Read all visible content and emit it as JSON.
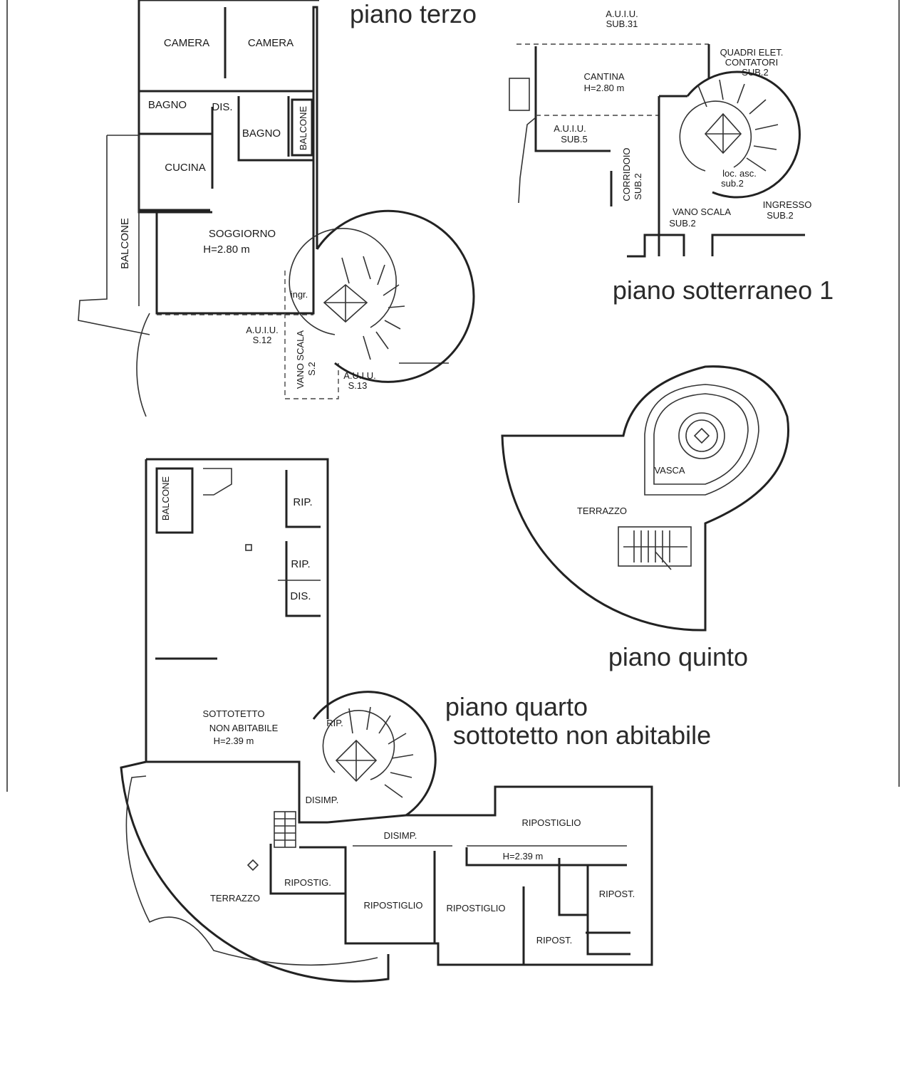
{
  "titles": {
    "piano_terzo": "piano terzo",
    "piano_sotterraneo": "piano sotterraneo 1",
    "piano_quinto": "piano quinto",
    "piano_quarto_line1": "piano quarto",
    "piano_quarto_line2": "sottotetto non abitabile"
  },
  "terzo": {
    "camera_1": "CAMERA",
    "camera_2": "CAMERA",
    "bagno_1": "BAGNO",
    "dis": "DIS.",
    "bagno_2": "BAGNO",
    "balcone_vert": "BALCONE",
    "cucina": "CUCINA",
    "soggiorno": "SOGGIORNO",
    "soggiorno_h": "H=2.80 m",
    "balcone_left": "BALCONE",
    "ingr": "ingr.",
    "auiu_s12_a": "A.U.I.U.",
    "auiu_s12_b": "S.12",
    "vano_scala": "VANO SCALA",
    "vano_scala_s2": "S.2",
    "auiu_s13_a": "A.U.I.U.",
    "auiu_s13_b": "S.13"
  },
  "sotterraneo": {
    "auiu_sub31_a": "A.U.I.U.",
    "auiu_sub31_b": "SUB.31",
    "quadri_1": "QUADRI ELET.",
    "quadri_2": "CONTATORI",
    "quadri_3": "SUB.2",
    "cantina": "CANTINA",
    "cantina_h": "H=2.80 m",
    "auiu_sub5_a": "A.U.I.U.",
    "auiu_sub5_b": "SUB.5",
    "corridoio": "CORRIDOIO",
    "corridoio_sub": "SUB.2",
    "loc_asc_a": "loc. asc.",
    "loc_asc_b": "sub.2",
    "ingresso_a": "INGRESSO",
    "ingresso_b": "SUB.2",
    "vano_scala_a": "VANO SCALA",
    "vano_scala_b": "SUB.2"
  },
  "quinto": {
    "vasca": "VASCA",
    "terrazzo": "TERRAZZO"
  },
  "quarto": {
    "balcone": "BALCONE",
    "rip_1": "RIP.",
    "rip_2": "RIP.",
    "dis": "DIS.",
    "sottotetto_1": "SOTTOTETTO",
    "sottotetto_2": "NON ABITABILE",
    "sottotetto_h": "H=2.39 m",
    "rip_stair": "RIP.",
    "disimp_1": "DISIMP.",
    "disimp_2": "DISIMP.",
    "ripostiglio_top": "RIPOSTIGLIO",
    "h_right": "H=2.39 m",
    "terrazzo": "TERRAZZO",
    "ripostig": "RIPOSTIG.",
    "ripostiglio_a": "RIPOSTIGLIO",
    "ripostiglio_b": "RIPOSTIGLIO",
    "ripost_a": "RIPOST.",
    "ripost_b": "RIPOST."
  }
}
